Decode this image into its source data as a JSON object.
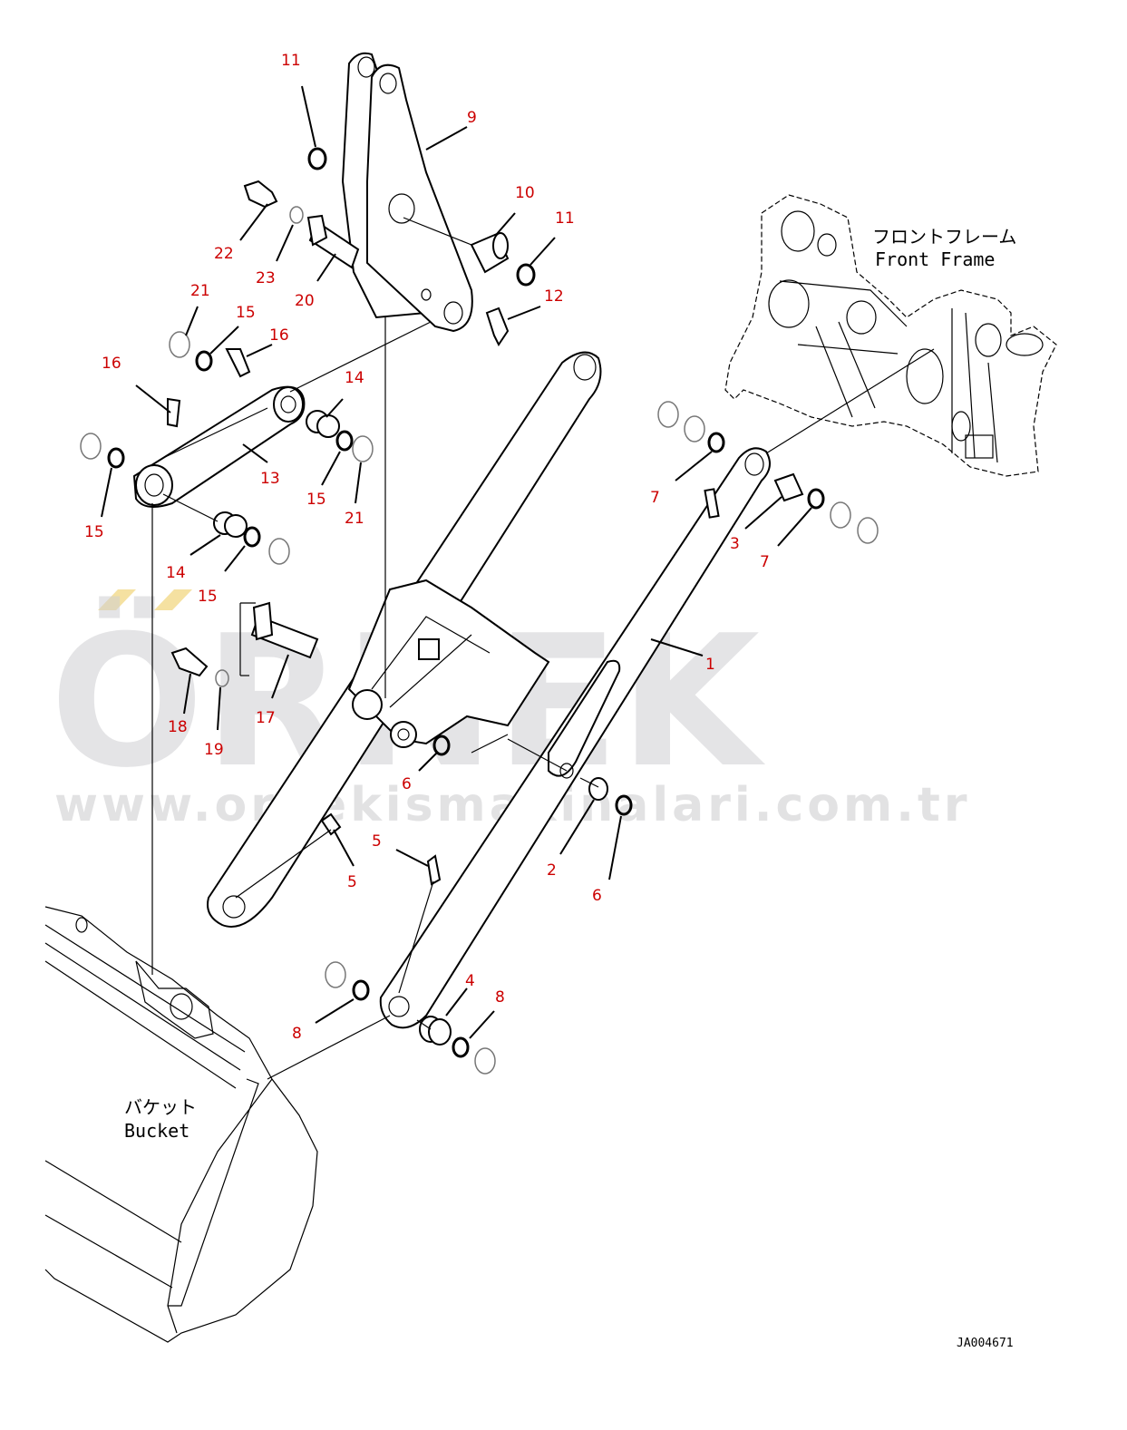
{
  "labels": {
    "front_frame_jp": "フロントフレーム",
    "front_frame_en": "Front Frame",
    "bucket_jp": "バケット",
    "bucket_en": "Bucket",
    "drawing_code": "JA004671"
  },
  "watermark": {
    "brand": "ÖRNEK",
    "url": "www.ornekismakinalari.com.tr"
  },
  "colors": {
    "callout": "#cc0000",
    "line": "#000000",
    "watermark": "#cfcfd2",
    "watermark_accent": "#f2d98a"
  },
  "callouts": [
    "11",
    "9",
    "10",
    "11",
    "22",
    "23",
    "20",
    "12",
    "21",
    "15",
    "16",
    "16",
    "14",
    "13",
    "15",
    "21",
    "15",
    "14",
    "15",
    "17",
    "18",
    "19",
    "1",
    "6",
    "2",
    "6",
    "5",
    "5",
    "7",
    "3",
    "7",
    "4",
    "8",
    "8"
  ]
}
